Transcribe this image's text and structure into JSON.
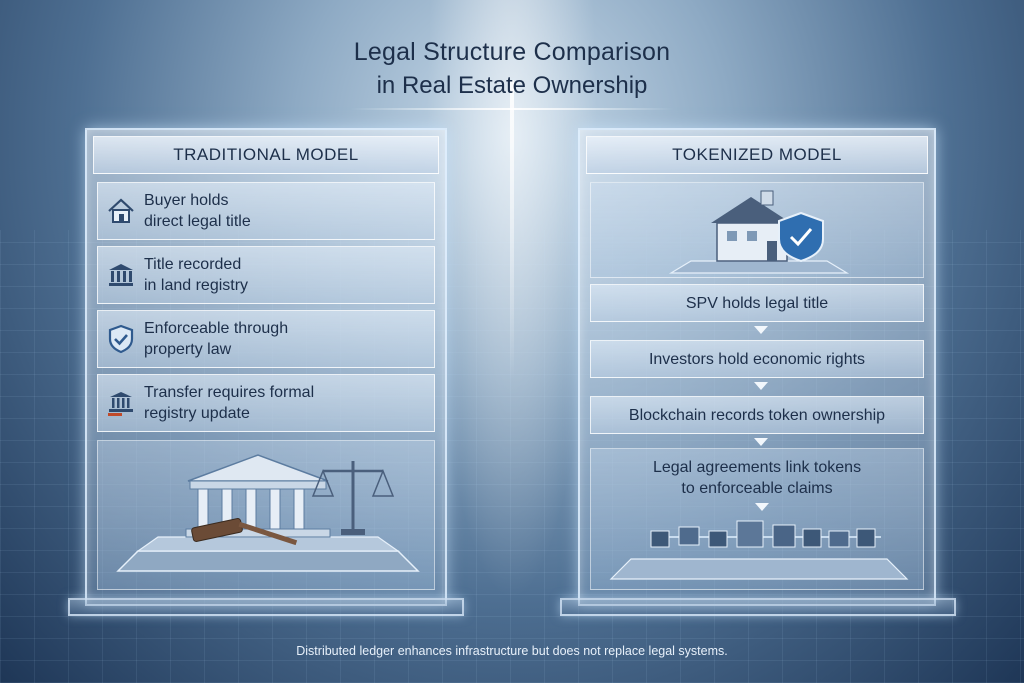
{
  "title": {
    "line1": "Legal Structure Comparison",
    "line2": "in Real Estate Ownership"
  },
  "traditional": {
    "header": "TRADITIONAL MODEL",
    "items": [
      {
        "icon": "house-icon",
        "lines": [
          "Buyer holds",
          "direct legal title"
        ]
      },
      {
        "icon": "bank-icon",
        "lines": [
          "Title recorded",
          "in land registry"
        ]
      },
      {
        "icon": "shield-check-icon",
        "lines": [
          "Enforceable through",
          "property law"
        ]
      },
      {
        "icon": "registry-building-icon",
        "lines": [
          "Transfer requires formal",
          "registry update"
        ]
      }
    ],
    "illustration": "courthouse-gavel-scales-icon"
  },
  "tokenized": {
    "header": "TOKENIZED MODEL",
    "illustration": "house-shield-icon",
    "steps": [
      {
        "lines": [
          "SPV holds legal title"
        ]
      },
      {
        "lines": [
          "Investors hold economic rights"
        ]
      },
      {
        "lines": [
          "Blockchain records token ownership"
        ]
      },
      {
        "lines": [
          "Legal agreements link tokens",
          "to enforceable claims"
        ]
      }
    ],
    "bottom_illustration": "blockchain-blocks-icon"
  },
  "footer": "Distributed ledger enhances infrastructure but does not replace legal systems."
}
